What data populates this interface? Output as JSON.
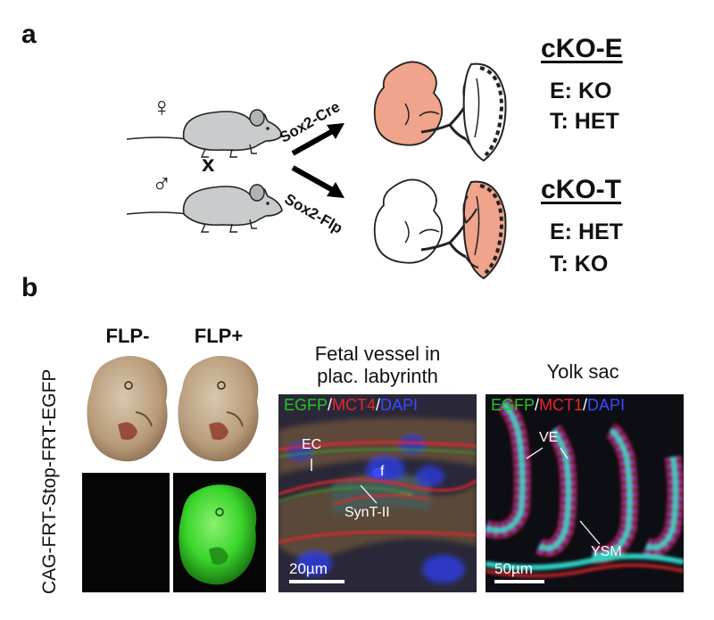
{
  "panel_a": {
    "letter": "a",
    "female_symbol": "♀",
    "male_symbol": "♂",
    "cross_symbol": "x",
    "arrow_top_label": "Sox2-Cre",
    "arrow_bottom_label": "Sox2-Flp",
    "genotype_top": {
      "title": "cKO-E",
      "line1": "E: KO",
      "line2": "T: HET"
    },
    "genotype_bottom": {
      "title": "cKO-T",
      "line1": "E: HET",
      "line2": "T: KO"
    },
    "colors": {
      "mouse_fill": "#c8cccd",
      "highlight_fill": "#f0a48c",
      "outline": "#222222"
    }
  },
  "panel_b": {
    "letter": "b",
    "vertical_label": "CAG-FRT-Stop-FRT-EGFP",
    "col_flp_minus": "FLP-",
    "col_flp_plus": "FLP+",
    "image_left": {
      "title_line1": "Fetal vessel in",
      "title_line2": "plac. labyrinth",
      "stain_green": "EGFP",
      "stain_red": "MCT4",
      "stain_blue": "DAPI",
      "label_ec": "EC",
      "label_f": "f",
      "label_synt": "SynT-II",
      "scale": "20µm"
    },
    "image_right": {
      "title": "Yolk sac",
      "stain_green": "EGFP",
      "stain_red": "MCT1",
      "stain_blue": "DAPI",
      "label_ve": "VE",
      "label_ysm": "YSM",
      "scale": "50µm"
    },
    "colors": {
      "stain_green": "#22c622",
      "stain_red": "#e8262a",
      "stain_blue": "#3a4bff",
      "egfp_embryo": "#3ad62c"
    }
  }
}
